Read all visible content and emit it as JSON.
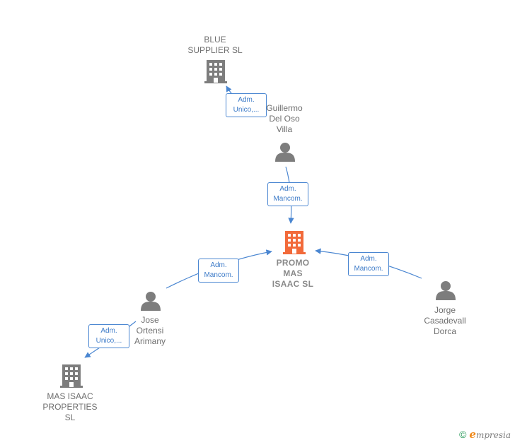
{
  "colors": {
    "edge": "#4a86d1",
    "company_gray": "#7d7d7d",
    "company_main": "#f26a3a",
    "person": "#7d7d7d"
  },
  "nodes": {
    "blue_supplier": {
      "lines": [
        "BLUE",
        "SUPPLIER  SL"
      ],
      "icon": "building-icon"
    },
    "guillermo": {
      "lines": [
        "Guillermo",
        "Del Oso",
        "Villa"
      ],
      "icon": "person-icon"
    },
    "promo": {
      "lines": [
        "PROMO",
        "MAS",
        "ISAAC  SL"
      ],
      "icon": "building-icon"
    },
    "jose": {
      "lines": [
        "Jose",
        "Ortensi",
        "Arimany"
      ],
      "icon": "person-icon"
    },
    "jorge": {
      "lines": [
        "Jorge",
        "Casadevall",
        "Dorca"
      ],
      "icon": "person-icon"
    },
    "mas_isaac": {
      "lines": [
        "MAS ISAAC",
        "PROPERTIES",
        "SL"
      ],
      "icon": "building-icon"
    }
  },
  "edges": {
    "guillermo_blue": {
      "lines": [
        "Adm.",
        "Unico,..."
      ]
    },
    "guillermo_promo": {
      "lines": [
        "Adm.",
        "Mancom."
      ]
    },
    "jose_promo": {
      "lines": [
        "Adm.",
        "Mancom."
      ]
    },
    "jorge_promo": {
      "lines": [
        "Adm.",
        "Mancom."
      ]
    },
    "jose_mas_isaac": {
      "lines": [
        "Adm.",
        "Unico,..."
      ]
    }
  },
  "brand": {
    "copyright": "©",
    "e": "e",
    "word": "mpresia"
  }
}
